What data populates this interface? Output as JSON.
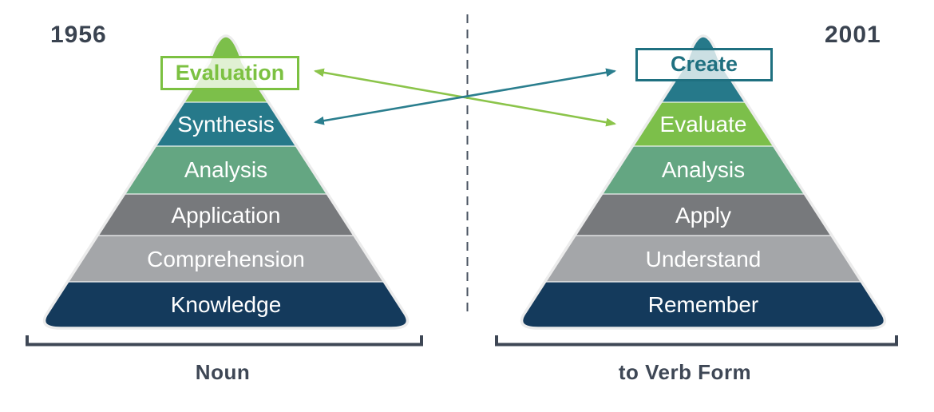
{
  "left": {
    "year": "1956",
    "apex_label": "Evaluation",
    "levels": [
      "Synthesis",
      "Analysis",
      "Application",
      "Comprehension",
      "Knowledge"
    ],
    "caption": "Noun"
  },
  "right": {
    "year": "2001",
    "apex_label": "Create",
    "levels": [
      "Evaluate",
      "Analysis",
      "Apply",
      "Understand",
      "Remember"
    ],
    "caption": "to Verb Form"
  },
  "arrows": [
    {
      "connects": [
        "Evaluation",
        "Evaluate"
      ],
      "color": "#8BC44A",
      "heads": "both"
    },
    {
      "connects": [
        "Synthesis",
        "Create"
      ],
      "color": "#2A7E8E",
      "heads": "both"
    }
  ],
  "colors": {
    "bright_green": "#7CBF4A",
    "teal": "#26798A",
    "sage_green": "#64A682",
    "dark_gray": "#77797C",
    "light_gray": "#A4A6A9",
    "navy": "#143A5C",
    "slate_text": "#3A4350",
    "caption_text": "#3E4755",
    "evaluation_box_accent": "#7CC142",
    "create_box_accent": "#1F7080",
    "divider_gray": "#4A5361",
    "pyramid_outline": "#ECECEC"
  }
}
